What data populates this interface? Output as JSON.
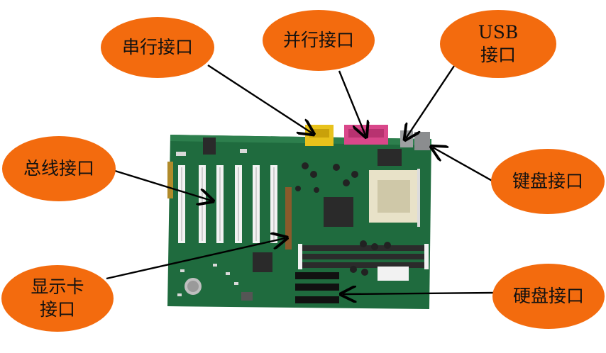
{
  "colors": {
    "bubble": "#f36b0e",
    "board": "#1f6b3e",
    "board_dark": "#154d2c",
    "slot_white": "#f2f2f2",
    "arrow": "#000000"
  },
  "callouts": {
    "serial": "串行接口",
    "parallel": "并行接口",
    "usb": "USB\n接口",
    "bus": "总线接口",
    "keyboard": "键盘接口",
    "display": "显示卡\n接口",
    "disk": "硬盘接口"
  }
}
